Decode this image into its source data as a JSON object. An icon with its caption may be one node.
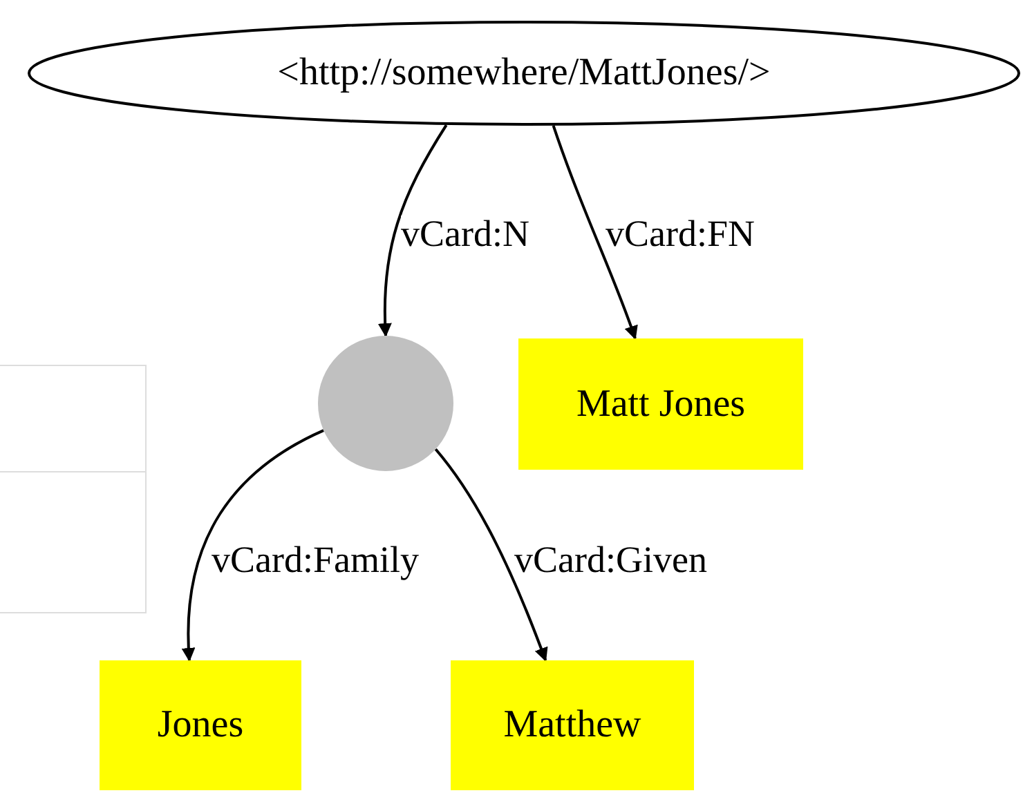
{
  "diagram": {
    "nodes": [
      {
        "text": [
          "<http://somewhere/MattJones/>"
        ]
      },
      {
        "text": [],
        "shape": "circle"
      },
      {
        "text": [
          "Matt Jones"
        ]
      },
      {
        "text": [
          "Jones"
        ]
      },
      {
        "text": [
          "Matthew"
        ]
      }
    ],
    "edges": [
      {
        "from": 0,
        "to": 1,
        "arrow": "to",
        "label": "vCard:N"
      },
      {
        "from": 0,
        "to": 2,
        "arrow": "to",
        "label": "vCard:FN"
      },
      {
        "from": 1,
        "to": 3,
        "arrow": "to",
        "label": "vCard:Family"
      },
      {
        "from": 1,
        "to": 4,
        "arrow": "to",
        "label": "vCard:Given"
      }
    ]
  }
}
